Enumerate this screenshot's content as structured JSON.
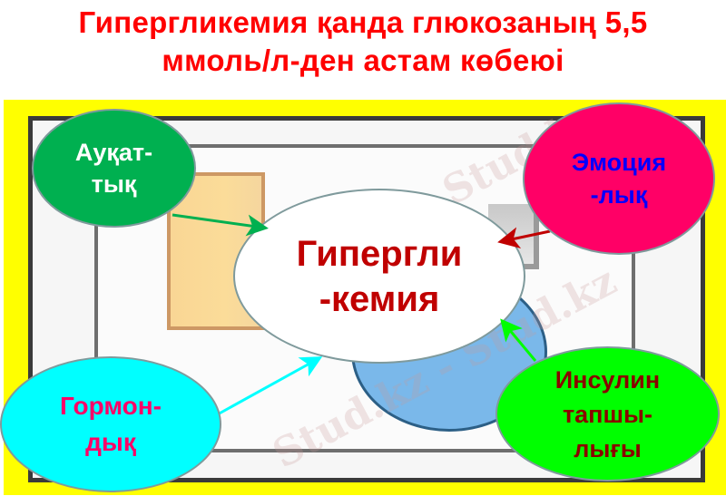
{
  "title": {
    "line1": "Гипергликемия қанда глюкозаның 5,5",
    "line2": "ммоль/л-ден астам көбеюі"
  },
  "center": {
    "line1": "Гипергли",
    "line2": "-кемия",
    "fill": "#ffffff",
    "text_color": "#c00000"
  },
  "factors": [
    {
      "id": "food",
      "line1": "Ауқат-",
      "line2": "тық",
      "fill": "#00b050",
      "text_color": "#ffffff",
      "arrow_color": "#00b050"
    },
    {
      "id": "emotion",
      "line1": "Эмоция",
      "line2": "-лық",
      "fill": "#ff0066",
      "text_color": "#0000ff",
      "arrow_color": "#c00000"
    },
    {
      "id": "hormone",
      "line1": "Гормон-",
      "line2": "дық",
      "fill": "#00ffff",
      "text_color": "#ff0066",
      "arrow_color": "#00ffff"
    },
    {
      "id": "insulin",
      "line1": "Инсулин",
      "line2": "тапшы-",
      "line3": "лығы",
      "fill": "#00ff00",
      "text_color": "#8b0000",
      "arrow_color": "#00ff00"
    }
  ],
  "watermark": "Stud.kz - Stud.kz"
}
